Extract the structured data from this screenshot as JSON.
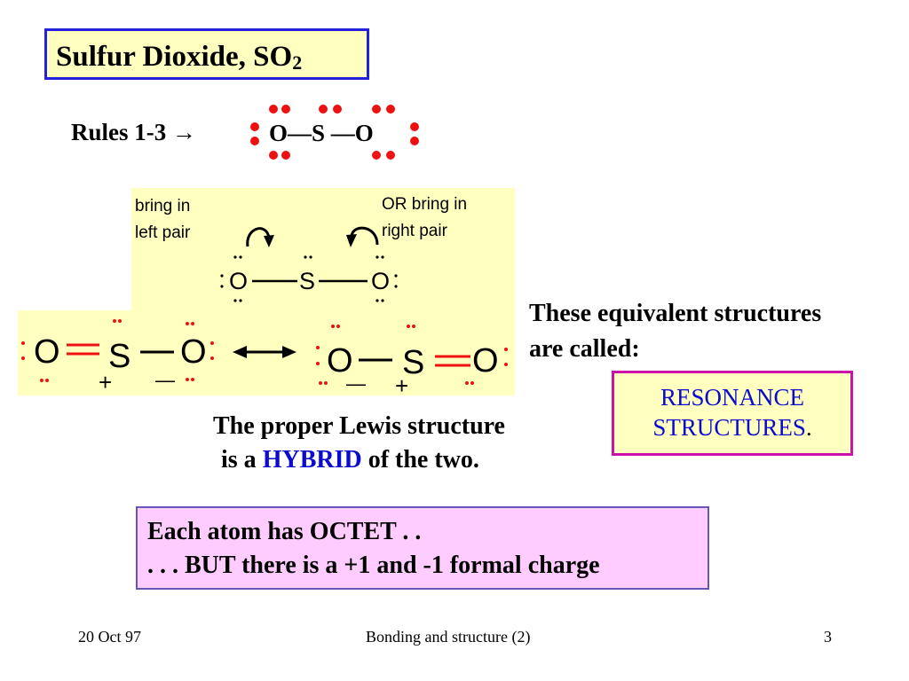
{
  "slide": {
    "title_main": "Sulfur Dioxide, SO",
    "title_sub": "2",
    "rules_label": "Rules 1-3 →",
    "top_formula": {
      "o1": "O",
      "bond1": "—",
      "s": "S",
      "bond2": " —",
      "o2": "O"
    },
    "note_left": [
      "bring in",
      "left pair"
    ],
    "note_right": [
      "OR bring in",
      "right pair"
    ],
    "middle_formula": {
      "o1": "O",
      "s": "S",
      "o2": "O"
    },
    "resonance_left": {
      "o1": "O",
      "s": "S",
      "o2": "O",
      "charge_s": "+",
      "charge_o2": "—"
    },
    "resonance_right": {
      "o1": "O",
      "s": "S",
      "o2": "O",
      "charge_o1": "—",
      "charge_s": "+"
    },
    "equivalent_text": [
      "These equivalent structures",
      "are called:"
    ],
    "resonance_box": [
      "RESONANCE",
      "STRUCTURES",
      "."
    ],
    "hybrid_line1": "The proper Lewis structure",
    "hybrid_pre": "is a ",
    "hybrid_word": "HYBRID",
    "hybrid_post": " of the two.",
    "octet_line1": "Each atom has OCTET  . .",
    "octet_line2": ". . . BUT there is a +1 and -1 formal charge"
  },
  "footer": {
    "date": "20 Oct 97",
    "subject": "Bonding and structure (2)",
    "page": "3"
  },
  "colors": {
    "lone_pair_red": "#ee1111",
    "bond_red": "#ee1111",
    "highlight_blue": "#0a0ad0",
    "panel_yellow": "#ffffc0",
    "title_border": "#2222dd",
    "resonance_border": "#cc11aa",
    "octet_fill": "#ffccff"
  }
}
